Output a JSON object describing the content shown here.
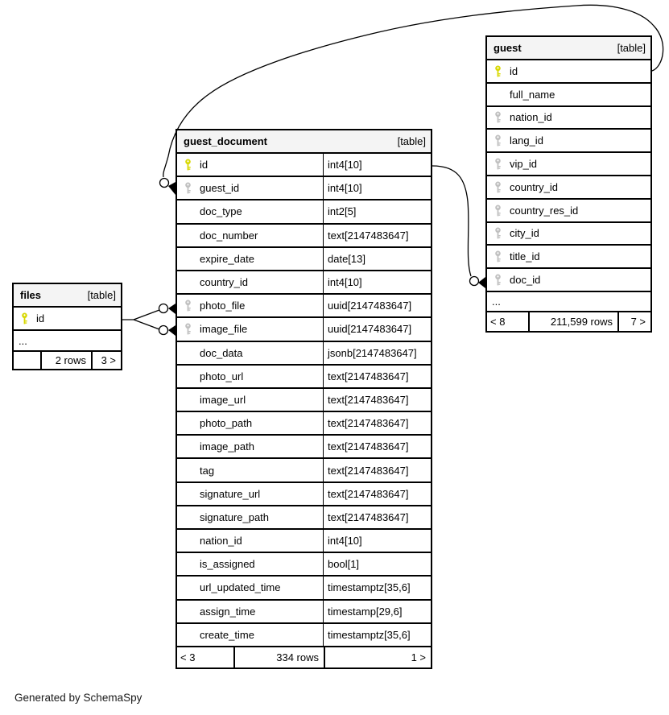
{
  "credit": "Generated by SchemaSpy",
  "colors": {
    "primary_key": "#d8d800",
    "foreign_key": "#c0c0c0",
    "header_bg": "#f4f4f4",
    "line": "#000000"
  },
  "tables": {
    "guest_document": {
      "title": "guest_document",
      "badge": "[table]",
      "has_types": true,
      "columns": [
        {
          "name": "id",
          "type": "int4[10]",
          "key": "primary"
        },
        {
          "name": "guest_id",
          "type": "int4[10]",
          "key": "foreign"
        },
        {
          "name": "doc_type",
          "type": "int2[5]",
          "key": "none"
        },
        {
          "name": "doc_number",
          "type": "text[2147483647]",
          "key": "none"
        },
        {
          "name": "expire_date",
          "type": "date[13]",
          "key": "none"
        },
        {
          "name": "country_id",
          "type": "int4[10]",
          "key": "none"
        },
        {
          "name": "photo_file",
          "type": "uuid[2147483647]",
          "key": "foreign"
        },
        {
          "name": "image_file",
          "type": "uuid[2147483647]",
          "key": "foreign"
        },
        {
          "name": "doc_data",
          "type": "jsonb[2147483647]",
          "key": "none"
        },
        {
          "name": "photo_url",
          "type": "text[2147483647]",
          "key": "none"
        },
        {
          "name": "image_url",
          "type": "text[2147483647]",
          "key": "none"
        },
        {
          "name": "photo_path",
          "type": "text[2147483647]",
          "key": "none"
        },
        {
          "name": "image_path",
          "type": "text[2147483647]",
          "key": "none"
        },
        {
          "name": "tag",
          "type": "text[2147483647]",
          "key": "none"
        },
        {
          "name": "signature_url",
          "type": "text[2147483647]",
          "key": "none"
        },
        {
          "name": "signature_path",
          "type": "text[2147483647]",
          "key": "none"
        },
        {
          "name": "nation_id",
          "type": "int4[10]",
          "key": "none"
        },
        {
          "name": "is_assigned",
          "type": "bool[1]",
          "key": "none"
        },
        {
          "name": "url_updated_time",
          "type": "timestamptz[35,6]",
          "key": "none"
        },
        {
          "name": "assign_time",
          "type": "timestamp[29,6]",
          "key": "none"
        },
        {
          "name": "create_time",
          "type": "timestamptz[35,6]",
          "key": "none"
        }
      ],
      "pager": {
        "left": "< 3",
        "center": "334 rows",
        "right": "1 >"
      }
    },
    "guest": {
      "title": "guest",
      "badge": "[table]",
      "has_types": false,
      "columns": [
        {
          "name": "id",
          "key": "primary"
        },
        {
          "name": "full_name",
          "key": "none"
        },
        {
          "name": "nation_id",
          "key": "foreign"
        },
        {
          "name": "lang_id",
          "key": "foreign"
        },
        {
          "name": "vip_id",
          "key": "foreign"
        },
        {
          "name": "country_id",
          "key": "foreign"
        },
        {
          "name": "country_res_id",
          "key": "foreign"
        },
        {
          "name": "city_id",
          "key": "foreign"
        },
        {
          "name": "title_id",
          "key": "foreign"
        },
        {
          "name": "doc_id",
          "key": "foreign"
        },
        {
          "name": "...",
          "key": "none",
          "ellipsis": true
        }
      ],
      "pager": {
        "left": "< 8",
        "center": "211,599 rows",
        "right": "7 >"
      }
    },
    "files": {
      "title": "files",
      "badge": "[table]",
      "has_types": false,
      "columns": [
        {
          "name": "id",
          "key": "primary"
        },
        {
          "name": "...",
          "key": "none",
          "ellipsis": true
        }
      ],
      "pager": {
        "left": "",
        "center": "2 rows",
        "right": "3 >"
      }
    }
  },
  "relationships": [
    {
      "from": "guest_document.guest_id",
      "to": "guest.id"
    },
    {
      "from": "guest_document.photo_file",
      "to": "files.id"
    },
    {
      "from": "guest_document.image_file",
      "to": "files.id"
    },
    {
      "from": "guest.doc_id",
      "to": "guest_document.id"
    }
  ]
}
